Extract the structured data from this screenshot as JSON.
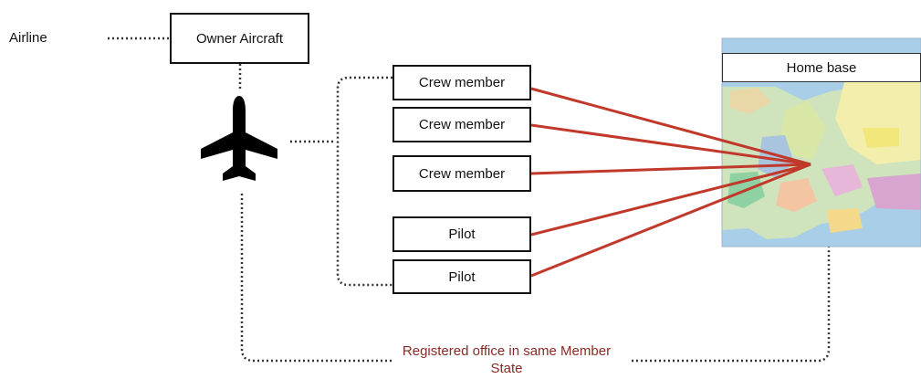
{
  "airline_label": "Airline",
  "owner_box": "Owner Aircraft",
  "home_base": "Home base",
  "registered_office": "Registered office in same Member State",
  "crew_boxes": [
    {
      "label": "Crew member"
    },
    {
      "label": "Crew member"
    },
    {
      "label": "Crew member"
    },
    {
      "label": "Pilot"
    },
    {
      "label": "Pilot"
    }
  ],
  "icons": {
    "aircraft": "airplane-icon",
    "map": "europe-map-image"
  },
  "colors": {
    "connector_red": "#c0392b",
    "dotted_line": "#333333",
    "registered_text": "#8b2a24"
  }
}
